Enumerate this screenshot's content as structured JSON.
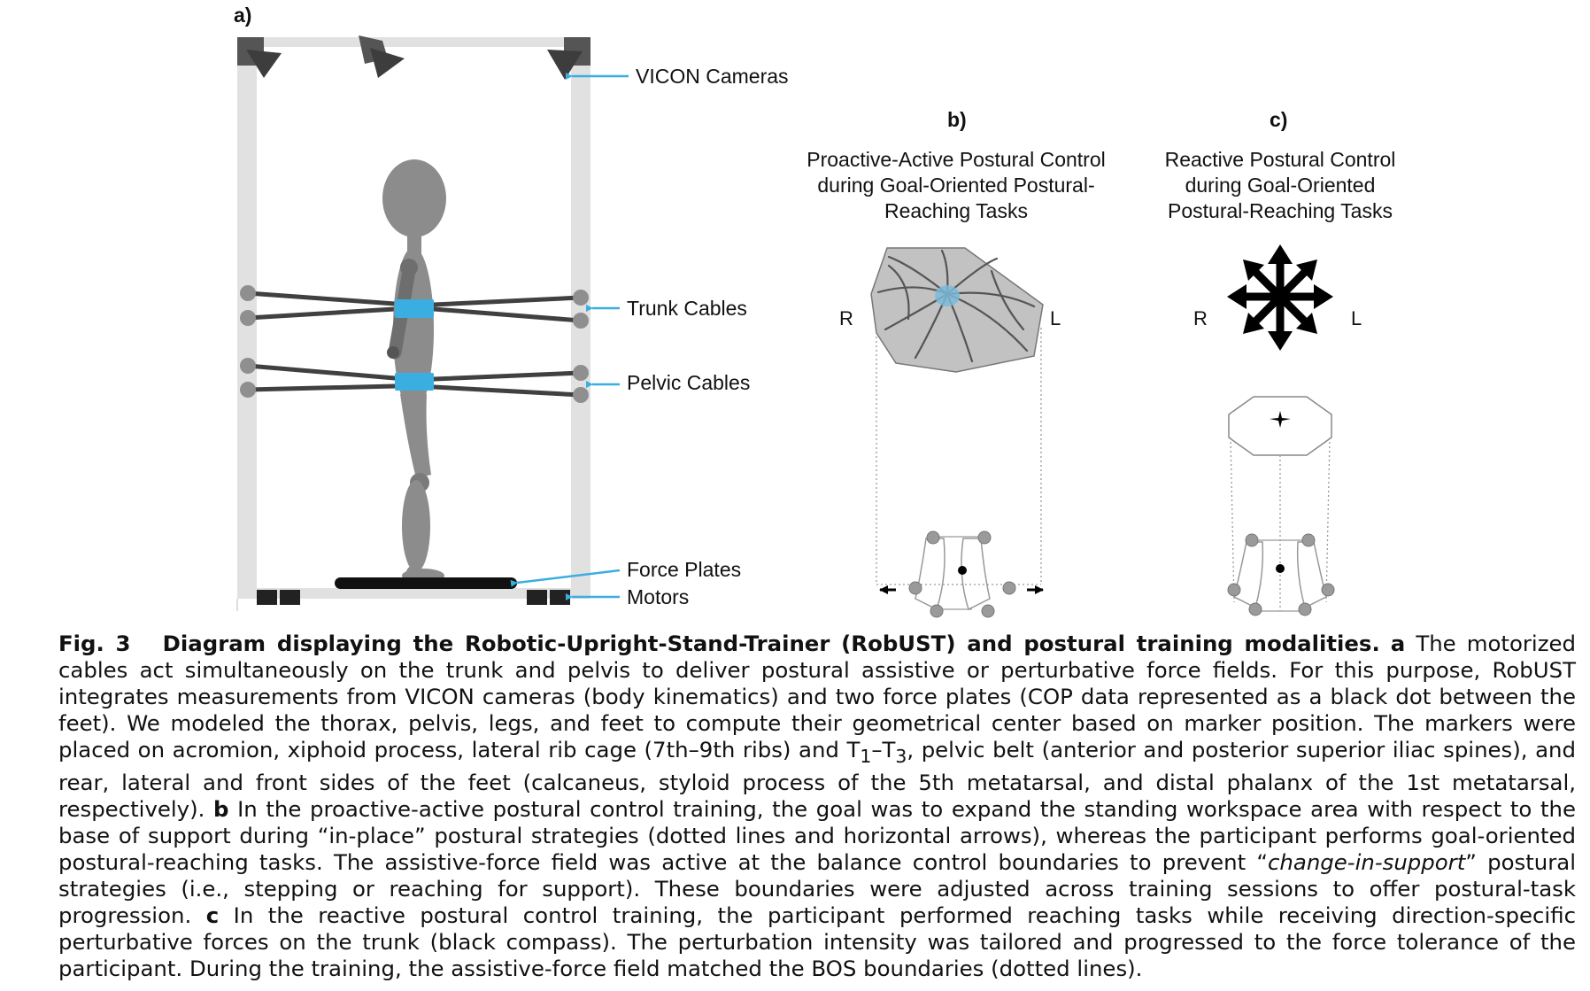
{
  "panels": {
    "a": {
      "letter": "a)"
    },
    "b": {
      "letter": "b)",
      "title": "Proactive-Active Postural Control during Goal-Oriented Postural-Reaching Tasks",
      "left_label": "R",
      "right_label": "L"
    },
    "c": {
      "letter": "c)",
      "title": "Reactive Postural Control during Goal-Oriented Postural-Reaching Tasks",
      "left_label": "R",
      "right_label": "L"
    }
  },
  "callouts": {
    "vicon": "VICON Cameras",
    "trunk": "Trunk Cables",
    "pelvic": "Pelvic Cables",
    "force_plates": "Force Plates",
    "motors": "Motors"
  },
  "colors": {
    "accent_blue": "#3aaee0",
    "frame_grey": "#e1e1e1",
    "figure_grey": "#8c8c8c",
    "cable_dark": "#404040",
    "workspace_fill": "#c2c2c2"
  },
  "caption": {
    "fig_number": "Fig. 3",
    "title": "Diagram displaying the Robotic-Upright-Stand-Trainer (RobUST) and postural training modalities.",
    "tag_a": "a",
    "part_a_1": "The motorized cables act simultaneously on the trunk and pelvis to deliver postural assistive or perturbative force fields. For this purpose, RobUST integrates measurements from VICON cameras (body kinematics) and two force plates (COP data represented as a black dot between the feet). We modeled the thorax, pelvis, legs, and feet to compute their geometrical center based on marker position. The markers were placed on acromion, xiphoid process, lateral rib cage (7th–9th ribs) and T",
    "sub1": "1",
    "dash": "–T",
    "sub3": "3",
    "part_a_2": ", pelvic belt (anterior and posterior superior iliac spines), and rear, lateral and front sides of the feet (calcaneus, styloid process of the 5th metatarsal, and distal phalanx of the 1st metatarsal, respectively).",
    "tag_b": "b",
    "part_b_1": "In the proactive-active postural control training, the goal was to expand the standing workspace area with respect to the base of support during “in-place” postural strategies (dotted lines and horizontal arrows), whereas the participant performs goal-oriented postural-reaching tasks. The assistive-force field was active at the balance control boundaries to prevent “",
    "italic_b": "change-in-support",
    "part_b_2": "” postural strategies (i.e., stepping or reaching for support). These boundaries were adjusted across training sessions to offer postural-task progression.",
    "tag_c": "c",
    "part_c": "In the reactive postural control training, the participant performed reaching tasks while receiving direction-specific perturbative forces on the trunk (black compass). The perturbation intensity was tailored and progressed to the force tolerance of the participant. During the training, the assistive-force field matched the BOS boundaries (dotted lines)."
  }
}
